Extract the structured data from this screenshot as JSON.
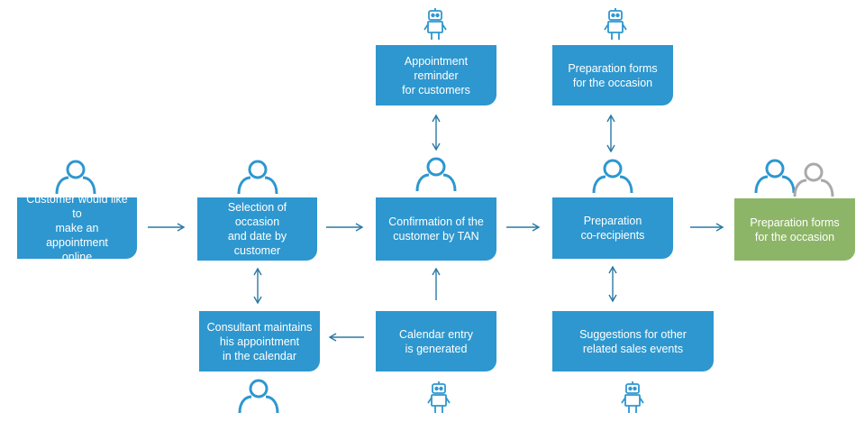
{
  "colors": {
    "box": "#2e97cf",
    "final_box": "#8db567",
    "arrow": "#2a79a6",
    "person": "#2e97cf",
    "person_secondary": "#a9a9a9",
    "robot": "#2e97cf"
  },
  "nodes": {
    "start": "Customer would like to\nmake an appointment\nonline",
    "selection": "Selection of occasion\nand date by customer",
    "confirmation": "Confirmation of the\ncustomer by TAN",
    "preparation": "Preparation\nco-recipients",
    "final": "Preparation forms\nfor the occasion",
    "reminder": "Appointment reminder\nfor customers",
    "forms": "Preparation forms\nfor the occasion",
    "consultant": "Consultant maintains\nhis appointment\nin the calendar",
    "calendar": "Calendar entry\nis generated",
    "suggestions": "Suggestions for other\nrelated sales events"
  },
  "icons": {
    "person": "person-icon",
    "robot": "robot-icon"
  }
}
